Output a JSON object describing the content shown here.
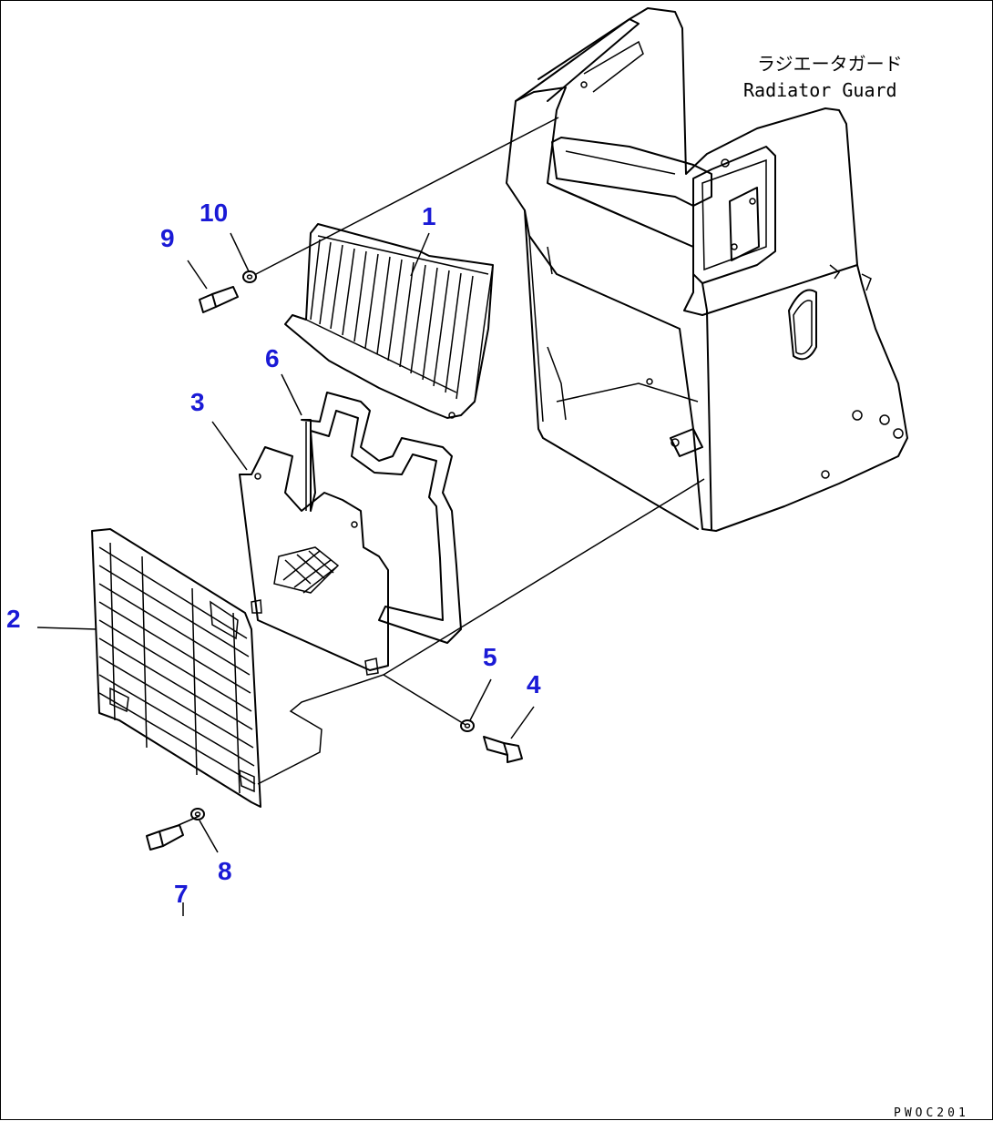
{
  "title_jp": "ラジエータガード",
  "title_en": "Radiator Guard",
  "drawing_code": "PWOC201",
  "callouts": [
    {
      "id": "1",
      "label": "1"
    },
    {
      "id": "2",
      "label": "2"
    },
    {
      "id": "3",
      "label": "3"
    },
    {
      "id": "4",
      "label": "4"
    },
    {
      "id": "5",
      "label": "5"
    },
    {
      "id": "6",
      "label": "6"
    },
    {
      "id": "7",
      "label": "7"
    },
    {
      "id": "8",
      "label": "8"
    },
    {
      "id": "9",
      "label": "9"
    },
    {
      "id": "10",
      "label": "10"
    }
  ],
  "colors": {
    "callout": "#1a1ad6",
    "line": "#000000",
    "background": "#ffffff"
  }
}
